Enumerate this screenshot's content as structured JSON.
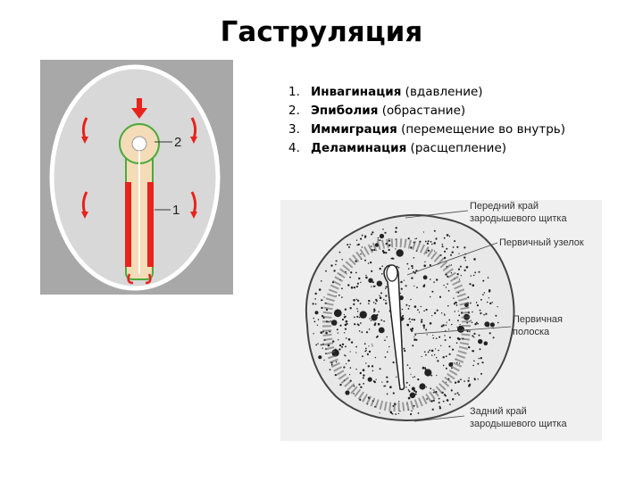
{
  "title": "Гаструляция",
  "list": [
    {
      "num": "1.",
      "term": "Инвагинация",
      "note": "(вдавление)"
    },
    {
      "num": "2.",
      "term": "Эпиболия",
      "note": "(обрастание)"
    },
    {
      "num": "3.",
      "term": "Иммиграция",
      "note": "(перемещение во внутрь)"
    },
    {
      "num": "4.",
      "term": "Деламинация",
      "note": "(расщепление)"
    }
  ],
  "schematic": {
    "label_2": "2",
    "label_1": "1",
    "colors": {
      "background": "#a8a8a8",
      "egg": "#d8d8d8",
      "node": "#f4dcb8",
      "outline": "#4caa3a",
      "streak": "#e8231c"
    }
  },
  "micrograph": {
    "labels": [
      {
        "line1": "Передний край",
        "line2": "зародышевого щитка"
      },
      {
        "line1": "Первичный узелок",
        "line2": ""
      },
      {
        "line1": "Первичная",
        "line2": "полоска"
      },
      {
        "line1": "Задний край",
        "line2": "зародышевого щитка"
      }
    ]
  }
}
